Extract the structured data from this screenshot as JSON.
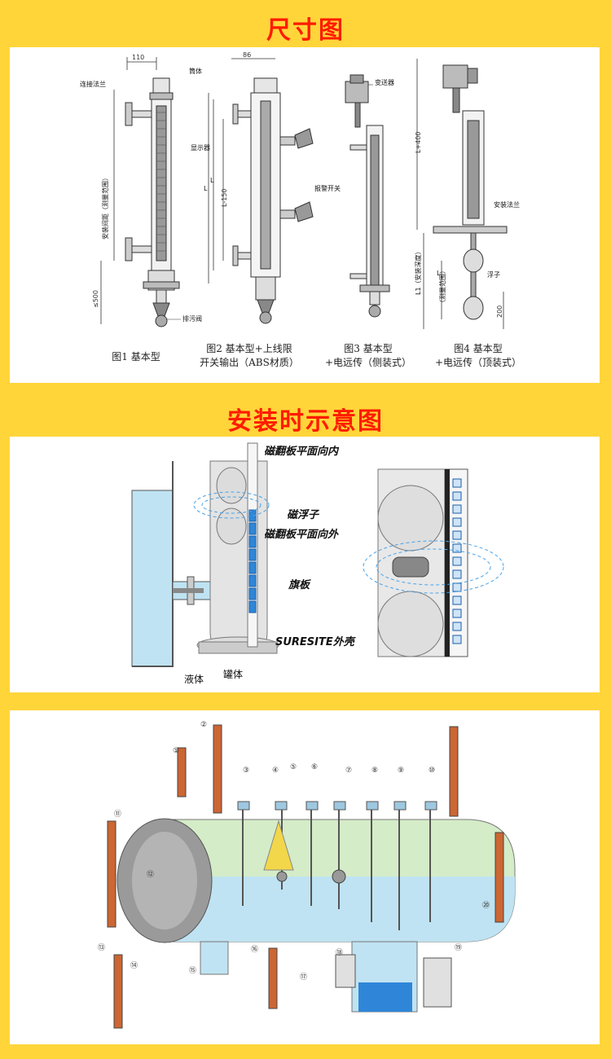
{
  "sections": {
    "dimensions_title": "尺寸图",
    "installation_title": "安装时示意图"
  },
  "figures": [
    {
      "caption_line1": "图1  基本型",
      "caption_line2": ""
    },
    {
      "caption_line1": "图2  基本型+上线限",
      "caption_line2": "开关输出（ABS材质）"
    },
    {
      "caption_line1": "图3  基本型",
      "caption_line2": "+电远传（侧装式）"
    },
    {
      "caption_line1": "图4  基本型",
      "caption_line2": "+电远传（顶装式）"
    }
  ],
  "fig1": {
    "dim_top": "110",
    "flange_label": "连接法兰",
    "body_label": "筒体",
    "display_label": "显示器",
    "span_label": "安装间距（测量范围）",
    "length_label": "L",
    "bottom_dim": "≤500",
    "drain_label": "排污阀"
  },
  "fig2": {
    "dim_top": "86",
    "dim_side": "L-150",
    "length_label": "L",
    "switch_label": "报警开关"
  },
  "fig3": {
    "transmitter_label": "变送器"
  },
  "fig4": {
    "dim_side": "L+400",
    "flange_label": "安装法兰",
    "float_label": "浮子",
    "install_depth": "L1（安装深度）",
    "range_label": "（测量范围）",
    "dim_bottom": "200",
    "l_label": "L"
  },
  "installation": {
    "label_flip_in": "磁翻板平面向内",
    "label_float": "磁浮子",
    "label_flip_out": "磁翻板平面向外",
    "label_flag": "旗板",
    "label_brand": "SURESITE外壳",
    "label_liquid": "液体",
    "label_tank": "罐体"
  },
  "vessel_callouts": [
    "①",
    "②",
    "③",
    "④",
    "⑤",
    "⑥",
    "⑦",
    "⑧",
    "⑨",
    "⑩",
    "⑪",
    "⑫",
    "⑬",
    "⑭",
    "⑮",
    "⑯",
    "⑰",
    "⑱",
    "⑲",
    "⑳"
  ],
  "colors": {
    "background": "#ffd53a",
    "title": "#ff1b00",
    "liquid": "#bfe3f2",
    "vapor": "#d5ecc8",
    "flap": "#2f86d8"
  }
}
